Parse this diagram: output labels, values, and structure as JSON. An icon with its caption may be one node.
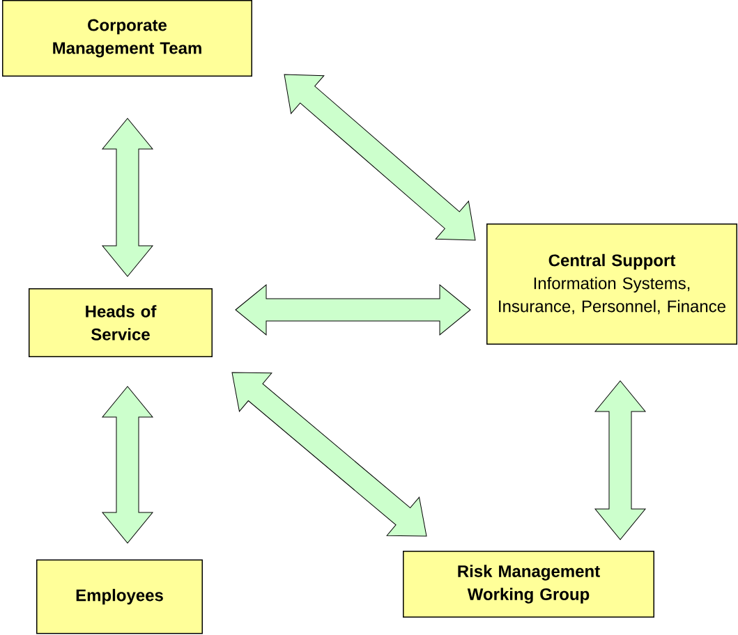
{
  "diagram": {
    "nodes": [
      {
        "text": [
          "Corporate Management Team"
        ]
      },
      {
        "text": [
          "Central Support",
          "Information Systems, Insurance, Personnel, Finance"
        ]
      },
      {
        "text": [
          "Heads of Service"
        ]
      },
      {
        "text": [
          "Risk Management Working Group"
        ]
      },
      {
        "text": [
          "Employees"
        ]
      }
    ],
    "edges": [
      {
        "from": 0,
        "to": 2,
        "arrow": "both"
      },
      {
        "from": 0,
        "to": 1,
        "arrow": "both"
      },
      {
        "from": 2,
        "to": 1,
        "arrow": "both"
      },
      {
        "from": 2,
        "to": 3,
        "arrow": "both"
      },
      {
        "from": 2,
        "to": 4,
        "arrow": "both"
      },
      {
        "from": 1,
        "to": 3,
        "arrow": "both"
      }
    ]
  }
}
